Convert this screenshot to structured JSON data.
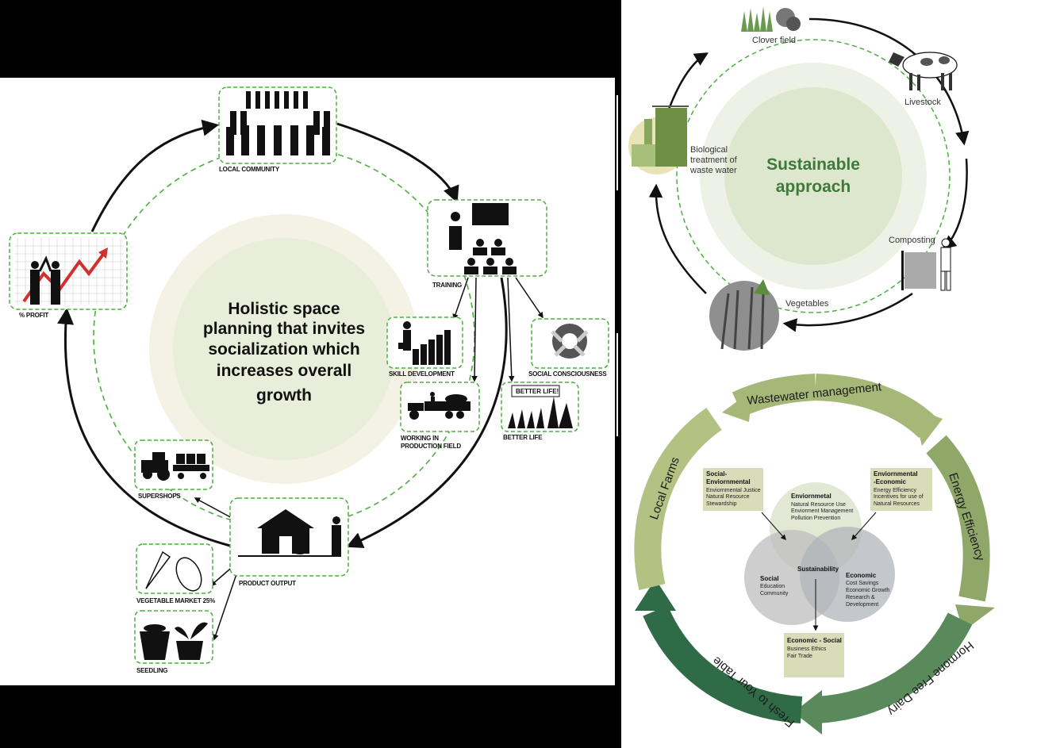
{
  "holistic": {
    "center_text": [
      "Holistic space",
      "planning that invites",
      "socialization which",
      "increases overall",
      "growth"
    ],
    "nodes": {
      "local_community": "LOCAL COMMUNITY",
      "training": "TRAINING",
      "skill_development": "SKILL DEVELOPMENT",
      "social_consciousness": "SOCIAL CONSCIOUSNESS",
      "working_1": "WORKING IN",
      "working_2": "PRODUCTION FIELD",
      "better_life": "BETTER LIFE",
      "better_life_sign": "BETTER LIFE!",
      "profit": "% PROFIT",
      "supershops": "SUPERSHOPS",
      "product_output": "PRODUCT OUTPUT",
      "vegetable_market": "VEGETABLE MARKET 25%",
      "seedling": "SEEDLING"
    }
  },
  "sustainable": {
    "center_1": "Sustainable",
    "center_2": "approach",
    "clover": "Clover field",
    "livestock": "Livestock",
    "bio_1": "Biological",
    "bio_2": "treatment of",
    "bio_3": "waste water",
    "composting": "Composting",
    "vegetables": "Vegetables"
  },
  "venn": {
    "arcs": {
      "wastewater": "Wastewater management",
      "energy": "Energy Efficiency",
      "hormone": "Hormone Free Dairy",
      "fresh": "Fresh to Your Table",
      "local": "Local Farms"
    },
    "enviro": {
      "title": "Enviornmetal",
      "l1": "Natural Resource Use",
      "l2": "Enviorment Management",
      "l3": "Pollution Prevention"
    },
    "social": {
      "title": "Social",
      "l1": "Education",
      "l2": "Community"
    },
    "economic": {
      "title": "Economic",
      "l1": "Cost Savings",
      "l2": "Economic Growth",
      "l3": "Research &",
      "l4": "Development"
    },
    "center": "Sustainability",
    "box_social_env": {
      "t1": "Social-",
      "t2": "Enviornmental",
      "l1": "Enviornmental Justice",
      "l2": "Natural Resource",
      "l3": "Stewardship"
    },
    "box_env_econ": {
      "t1": "Enviornmental",
      "t2": "-Economic",
      "l1": "Energy Efficiency",
      "l2": "Incentives for use of",
      "l3": "Natural Resources"
    },
    "box_econ_social": {
      "t1": "Economic - Social",
      "l1": "Business Ethics",
      "l2": "Fair Trade"
    }
  },
  "colors": {
    "dashed_green": "#4caf3f",
    "ring_green_light": "#a6b877",
    "ring_green_dark": "#2f6b47",
    "box_fill": "#d9dcb8"
  }
}
